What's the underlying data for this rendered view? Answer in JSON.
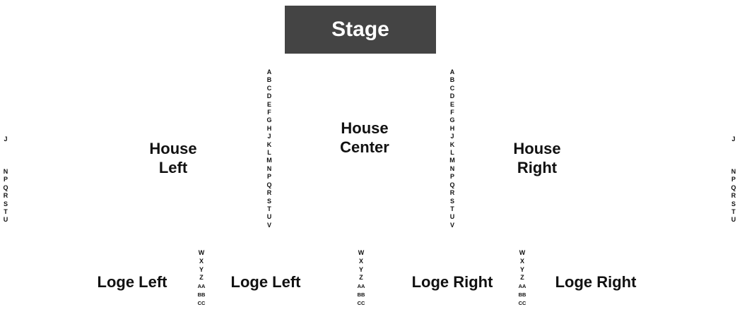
{
  "stage": {
    "label": "Stage"
  },
  "sections": {
    "house_left": [
      "House",
      "Left"
    ],
    "house_center": [
      "House",
      "Center"
    ],
    "house_right": [
      "House",
      "Right"
    ],
    "loge_left_1": "Loge Left",
    "loge_left_2": "Loge Left",
    "loge_right_1": "Loge Right",
    "loge_right_2": "Loge Right"
  },
  "rows": {
    "aisle_rows": [
      "A",
      "B",
      "C",
      "D",
      "E",
      "F",
      "G",
      "H",
      "J",
      "K",
      "L",
      "M",
      "N",
      "P",
      "Q",
      "R",
      "S",
      "T",
      "U",
      "V"
    ],
    "side_upper": "J",
    "side_lower": [
      "N",
      "P",
      "Q",
      "R",
      "S",
      "T",
      "U"
    ],
    "loge_rows": [
      "W",
      "X",
      "Y",
      "Z",
      "AA",
      "BB",
      "CC"
    ]
  }
}
